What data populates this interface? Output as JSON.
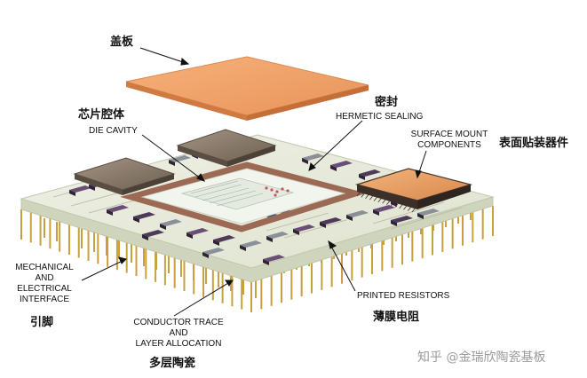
{
  "labels": {
    "lid_zh": "盖板",
    "die_cavity_zh": "芯片腔体",
    "die_cavity_en": "DIE CAVITY",
    "sealing_zh": "密封",
    "sealing_en": "HERMETIC SEALING",
    "smc_en_1": "SURFACE MOUNT",
    "smc_en_2": "COMPONENTS",
    "smc_zh": "表面贴装器件",
    "mech_en_1": "MECHANICAL",
    "mech_en_2": "AND",
    "mech_en_3": "ELECTRICAL",
    "mech_en_4": "INTERFACE",
    "pins_zh": "引脚",
    "trace_en_1": "CONDUCTOR TRACE",
    "trace_en_2": "AND",
    "trace_en_3": "LAYER ALLOCATION",
    "ceramic_zh": "多层陶瓷",
    "resistor_en": "PRINTED RESISTORS",
    "resistor_zh": "薄膜电阻"
  },
  "watermark": "知乎 @金瑞欣陶瓷基板",
  "colors": {
    "lid": "#f0a060",
    "substrate": "#e9ecd8",
    "pins": "#c8a040",
    "seal_ring": "#a06a50",
    "chip": "#8a7a6a",
    "component": "#5a4060"
  }
}
